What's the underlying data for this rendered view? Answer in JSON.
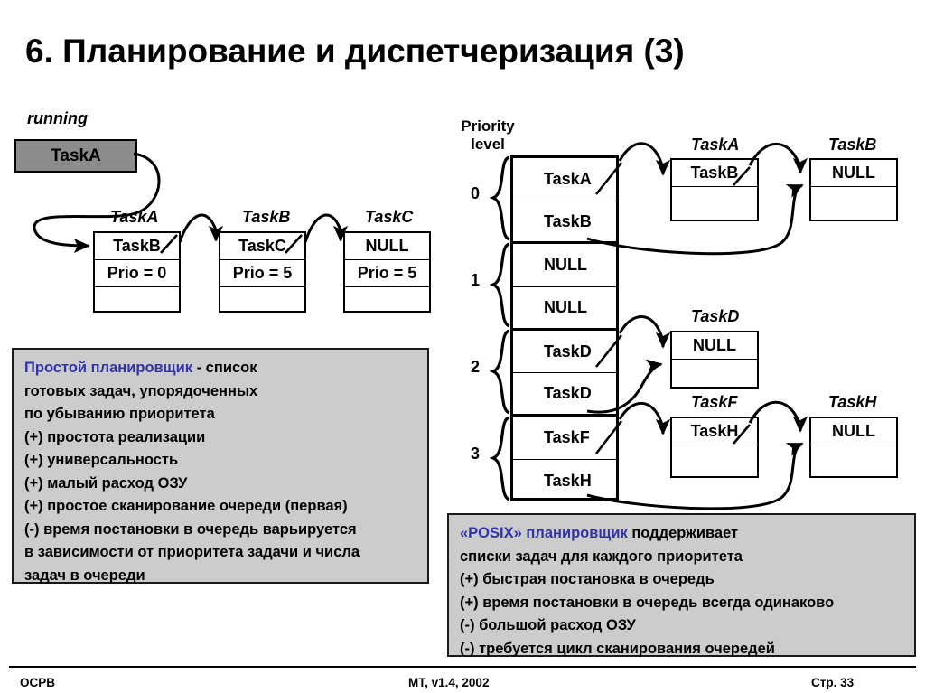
{
  "slide": {
    "title": "6. Планирование и диспетчеризация (3)"
  },
  "simple_scheduler_diagram": {
    "running_label": "running",
    "running_task": "TaskA",
    "nodes": [
      {
        "label": "TaskA",
        "rows": [
          "TaskB",
          "Prio = 0",
          ""
        ]
      },
      {
        "label": "TaskB",
        "rows": [
          "TaskC",
          "Prio = 5",
          ""
        ]
      },
      {
        "label": "TaskC",
        "rows": [
          "NULL",
          "Prio = 5",
          ""
        ]
      }
    ]
  },
  "posix_scheduler_diagram": {
    "header_line1": "Priority",
    "header_line2": "level",
    "levels": [
      "0",
      "1",
      "2",
      "3"
    ],
    "queue_cells": [
      "TaskA",
      "TaskB",
      "NULL",
      "NULL",
      "TaskD",
      "TaskD",
      "TaskF",
      "TaskH"
    ],
    "nodes": [
      {
        "label": "TaskA",
        "rows": [
          "TaskB",
          ""
        ]
      },
      {
        "label": "TaskB",
        "rows": [
          "NULL",
          ""
        ]
      },
      {
        "label": "TaskD",
        "rows": [
          "NULL",
          ""
        ]
      },
      {
        "label": "TaskF",
        "rows": [
          "TaskH",
          ""
        ]
      },
      {
        "label": "TaskH",
        "rows": [
          "NULL",
          ""
        ]
      }
    ]
  },
  "left_panel": {
    "heading": "Простой планировщик",
    "heading_tail": " - список",
    "lines": [
      "готовых задач, упорядоченных",
      "по убыванию приоритета",
      "(+) простота реализации",
      "(+) универсальность",
      "(+) малый расход ОЗУ",
      "(+) простое сканирование очереди (первая)",
      "(-) время постановки в очередь варьируется",
      "в зависимости от приоритета задачи и числа",
      "задач в очереди"
    ]
  },
  "right_panel": {
    "heading": "«POSIX» планировщик",
    "heading_tail": " поддерживает",
    "lines": [
      "списки задач для каждого приоритета",
      "(+) быстрая постановка в очередь",
      "(+) время постановки в очередь всегда одинаково",
      "(-) большой расход ОЗУ",
      "(-) требуется цикл сканирования очередей"
    ]
  },
  "footer": {
    "left": "ОСРВ",
    "center": "МТ, v1.4, 2002",
    "right": "Стр. 33"
  },
  "colors": {
    "highlight": "#3333aa",
    "panel_bg": "#cccccc",
    "running_bg": "#8c8c8c"
  }
}
